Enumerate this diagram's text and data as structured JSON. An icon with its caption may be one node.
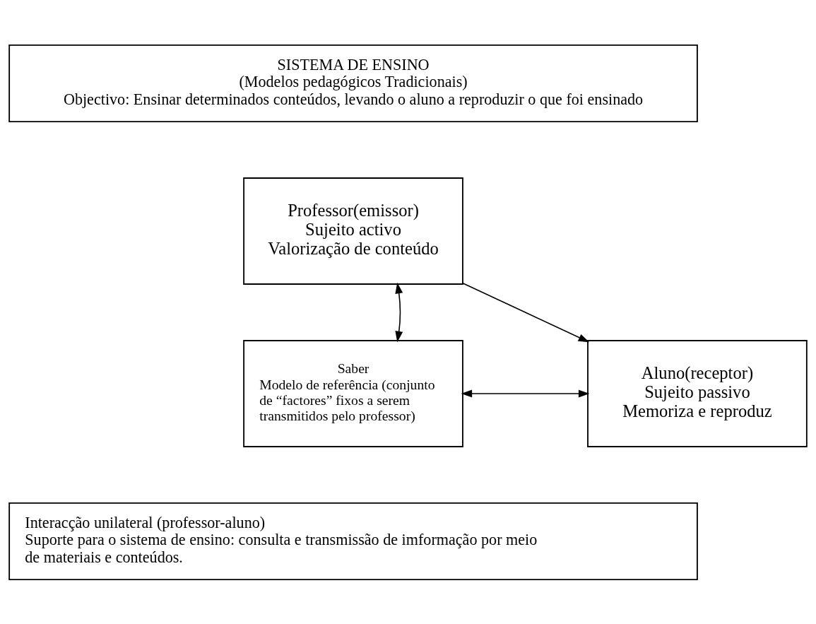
{
  "diagram": {
    "nodes": [
      {
        "text": [
          "SISTEMA DE ENSINO",
          "(Modelos pedagógicos Tradicionais)",
          "Objectivo: Ensinar determinados conteúdos, levando o aluno a reproduzir o que foi ensinado"
        ]
      },
      {
        "text": [
          "Professor(emissor)",
          "Sujeito activo",
          "Valorização de conteúdo"
        ]
      },
      {
        "text": [
          "Saber",
          "Modelo de referência (conjunto de “factores” fixos a serem transmitidos pelo professor)"
        ]
      },
      {
        "text": [
          "Aluno(receptor)",
          "Sujeito passivo",
          "Memoriza e reproduz"
        ]
      },
      {
        "text": [
          "Interacção unilateral (professor-aluno)",
          "Suporte para o sistema de ensino: consulta e transmissão de imformação por meio de materiais e conteúdos."
        ]
      }
    ],
    "edges": [
      {
        "from": 1,
        "to": 2,
        "arrow": "both"
      },
      {
        "from": 1,
        "to": 3,
        "arrow": "to"
      },
      {
        "from": 2,
        "to": 3,
        "arrow": "both"
      }
    ]
  }
}
